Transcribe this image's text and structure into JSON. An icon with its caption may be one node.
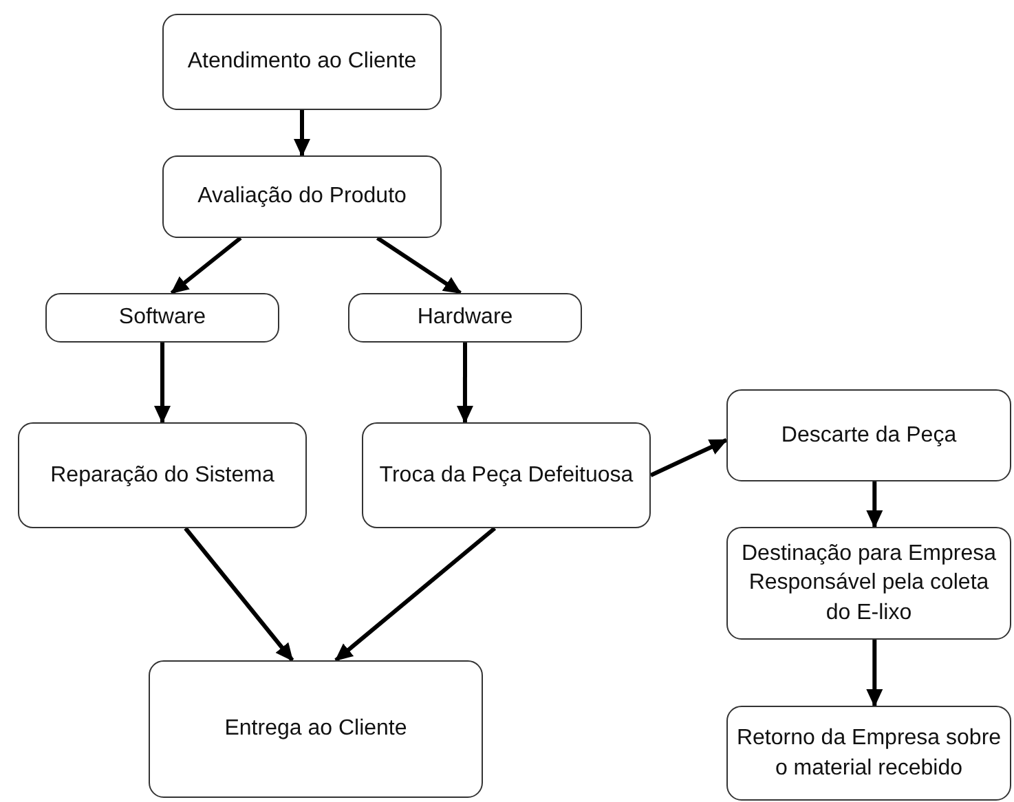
{
  "diagram": {
    "nodes": [
      {
        "text": [
          "Atendimento ao Cliente"
        ]
      },
      {
        "text": [
          "Avaliação do Produto"
        ]
      },
      {
        "text": [
          "Software"
        ]
      },
      {
        "text": [
          "Hardware"
        ]
      },
      {
        "text": [
          "Reparação do Sistema"
        ]
      },
      {
        "text": [
          "Troca da Peça Defeituosa"
        ]
      },
      {
        "text": [
          "Descarte da Peça"
        ]
      },
      {
        "text": [
          "Destinação para Empresa Responsável pela coleta do E-lixo"
        ]
      },
      {
        "text": [
          "Retorno da Empresa sobre o material recebido"
        ]
      },
      {
        "text": [
          "Entrega ao Cliente"
        ]
      }
    ],
    "edges": [
      {
        "from": 0,
        "to": 1,
        "arrow": "to"
      },
      {
        "from": 1,
        "to": 2,
        "arrow": "to"
      },
      {
        "from": 1,
        "to": 3,
        "arrow": "to"
      },
      {
        "from": 2,
        "to": 4,
        "arrow": "to"
      },
      {
        "from": 3,
        "to": 5,
        "arrow": "to"
      },
      {
        "from": 5,
        "to": 6,
        "arrow": "to"
      },
      {
        "from": 4,
        "to": 9,
        "arrow": "to"
      },
      {
        "from": 5,
        "to": 9,
        "arrow": "to"
      },
      {
        "from": 6,
        "to": 7,
        "arrow": "to"
      },
      {
        "from": 7,
        "to": 8,
        "arrow": "to"
      }
    ]
  }
}
